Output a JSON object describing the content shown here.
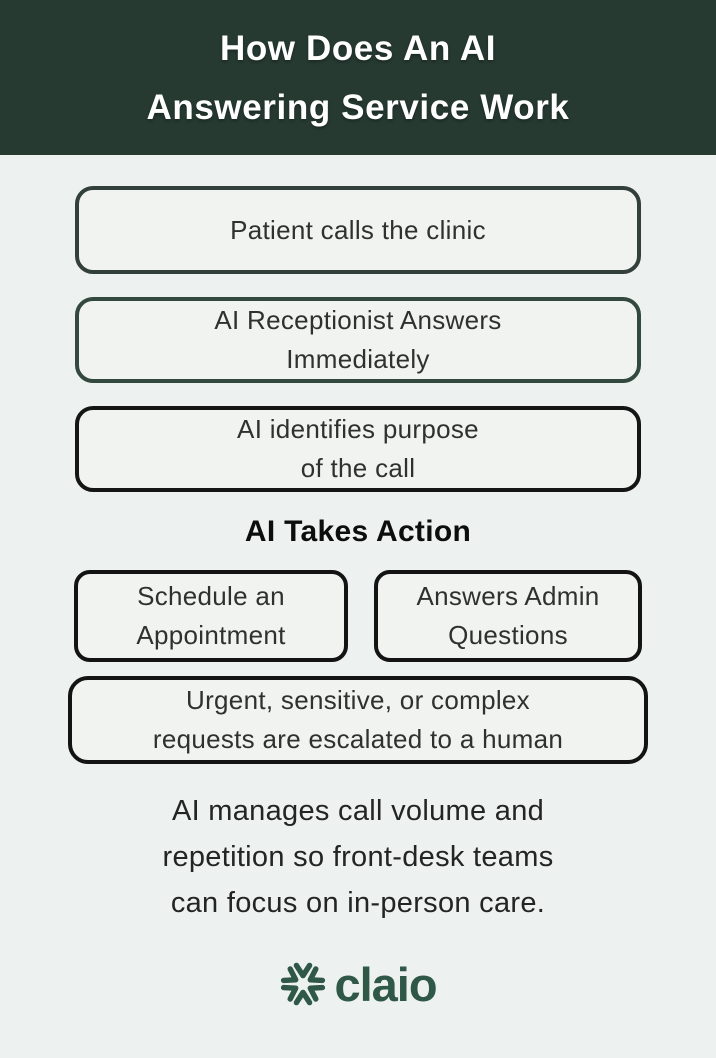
{
  "page": {
    "background": "#edf1ef",
    "accent_dark_green": "#263a32",
    "box_fill": "#f1f3f1",
    "box_border_black": "#131313",
    "box_border_green": "#33493f"
  },
  "header": {
    "title_line1": "How Does An AI",
    "title_line2": "Answering Service Work",
    "text_color": "#ffffff"
  },
  "flow": {
    "steps": [
      {
        "line1": "Patient calls the clinic",
        "line2": ""
      },
      {
        "line1": "AI Receptionist Answers",
        "line2": "Immediately"
      },
      {
        "line1": "AI identifies purpose",
        "line2": "of the call"
      }
    ],
    "action_heading": "AI Takes Action",
    "actions": [
      {
        "line1": "Schedule an",
        "line2": "Appointment"
      },
      {
        "line1": "Answers Admin",
        "line2": "Questions"
      }
    ],
    "escalation": {
      "line1": "Urgent, sensitive, or complex",
      "line2": "requests are escalated to a human"
    }
  },
  "summary": {
    "line1": "AI manages call volume and",
    "line2": "repetition so front-desk teams",
    "line3": "can focus on in-person care.",
    "full_text": "AI manages call volume and repetition so front-desk teams can focus on in-person care."
  },
  "logo": {
    "text": "claio",
    "color": "#2f5848",
    "icon": "spark-asterisk-icon"
  }
}
